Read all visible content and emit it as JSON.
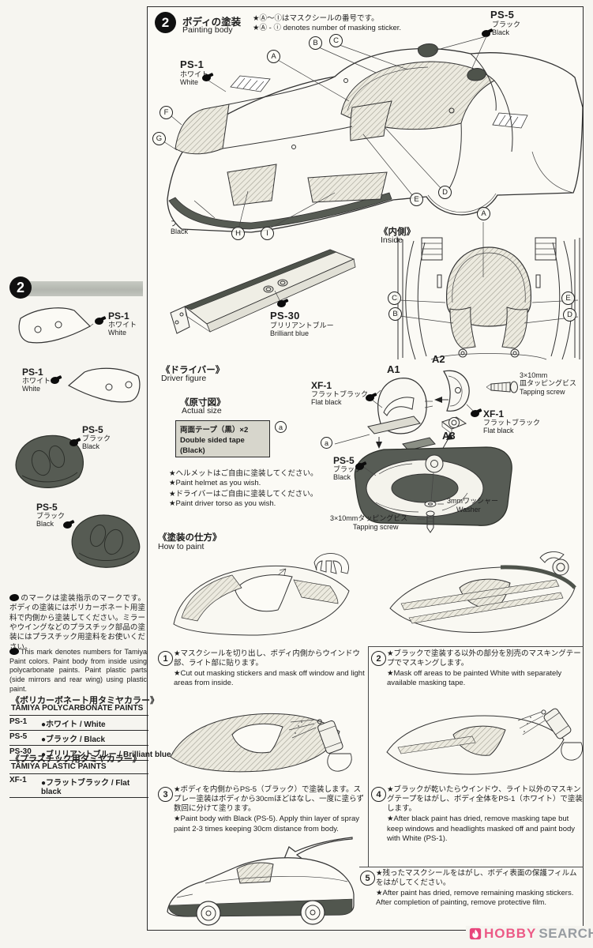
{
  "header": {
    "step_badge": "2",
    "title_jp": "ボディの塗装",
    "title_en": "Painting body",
    "mask_note_jp": "★Ⓐ～Ⓘはマスクシールの番号です。",
    "mask_note_en": "★Ⓐ - ⓘ denotes number of masking sticker."
  },
  "paints": {
    "ps1": {
      "code": "PS-1",
      "jp": "ホワイト",
      "en": "White"
    },
    "ps5": {
      "code": "PS-5",
      "jp": "ブラック",
      "en": "Black"
    },
    "ps30": {
      "code": "PS-30",
      "jp": "ブリリアントブルー",
      "en": "Brilliant blue"
    },
    "xf1": {
      "code": "XF-1",
      "jp": "フラットブラック",
      "en": "Flat black"
    }
  },
  "callouts": {
    "body": [
      "A",
      "B",
      "C",
      "D",
      "E",
      "F",
      "G",
      "H",
      "I"
    ],
    "inside": {
      "top": "A",
      "left_upper": "C",
      "left_lower": "B",
      "right_upper": "E",
      "right_lower": "D"
    },
    "tape": "a"
  },
  "inside": {
    "title_jp": "《内側》",
    "title_en": "Inside"
  },
  "driver": {
    "title_jp": "《ドライバー》",
    "title_en": "Driver figure",
    "actual_jp": "《原寸図》",
    "actual_en": "Actual size",
    "tape_jp": "両面テープ（黒）×2",
    "tape_en": "Double sided tape (Black)",
    "helmet_note_jp": "★ヘルメットはご自由に塗装してください。",
    "helmet_note_en": "★Paint helmet as you wish.",
    "torso_note_jp": "★ドライバーはご自由に塗装してください。",
    "torso_note_en": "★Paint driver torso as you wish.",
    "parts": {
      "a1": "A1",
      "a2": "A2",
      "a3": "A3"
    },
    "hardware": {
      "screw_top_size": "3×10mm",
      "screw_top_jp": "皿タッピングビス",
      "screw_top_en": "Tapping screw",
      "washer_jp": "3mmワッシャー",
      "washer_en": "Washer",
      "screw_bottom_jp": "3×10mmタッピングビス",
      "screw_bottom_en": "Tapping screw"
    }
  },
  "howto": {
    "title_jp": "《塗装の仕方》",
    "title_en": "How to paint",
    "steps": [
      {
        "num": "1",
        "jp": "★マスクシールを切り出し、ボディ内側からウインドウ部、ライト部に貼ります。",
        "en": "★Cut out masking stickers and mask off window and light areas from inside."
      },
      {
        "num": "2",
        "jp": "★ブラックで塗装する以外の部分を別売のマスキングテープでマスキングします。",
        "en": "★Mask off areas to be painted White with separately available masking tape."
      },
      {
        "num": "3",
        "jp": "★ボディを内側からPS-5（ブラック）で塗装します。スプレー塗装はボディから30cmほどはなし、一度に塗らず数回に分けて塗ります。",
        "en": "★Paint body with Black (PS-5). Apply thin layer of spray paint 2-3 times keeping 30cm distance from body."
      },
      {
        "num": "4",
        "jp": "★ブラックが乾いたらウインドウ、ライト以外のマスキングテープをはがし、ボディ全体をPS-1（ホワイト）で塗装します。",
        "en": "★After black paint has dried, remove masking tape but keep windows and headlights masked off and paint body with White (PS-1)."
      },
      {
        "num": "5",
        "jp": "★残ったマスクシールをはがし、ボディ表面の保護フィルムをはがしてください。",
        "en": "★After paint has dried, remove remaining masking stickers. After completion of painting, remove protective film."
      }
    ]
  },
  "sidebar": {
    "badge": "2",
    "note_jp": "のマークは塗装指示のマークです。ボディの塗装にはポリカーボネート用塗料で内側から塗装してください。ミラーやウイングなどのプラスチック部品の塗装にはプラスチック用塗料をお使いください。",
    "note_en": "This mark denotes numbers for Tamiya Paint colors. Paint body from inside using polycarbonate paints. Paint plastic parts (side mirrors and rear wing) using plastic paint.",
    "poly": {
      "header_jp": "《ボリカーボネート用タミヤカラー》",
      "header_en": "TAMIYA POLYCARBONATE PAINTS",
      "rows": [
        {
          "code": "PS-1",
          "label": "●ホワイト / White"
        },
        {
          "code": "PS-5",
          "label": "●ブラック / Black"
        },
        {
          "code": "PS-30",
          "label": "●ブリリアントブルー / Brilliant blue"
        }
      ]
    },
    "plastic": {
      "header_jp": "《プラスチック用タミヤカラー》",
      "header_en": "TAMIYA PLASTIC PAINTS",
      "rows": [
        {
          "code": "XF-1",
          "label": "●フラットブラック / Flat black"
        }
      ]
    }
  },
  "watermark": {
    "brand_primary": "HOBBY",
    "brand_secondary": "SEARCH"
  }
}
